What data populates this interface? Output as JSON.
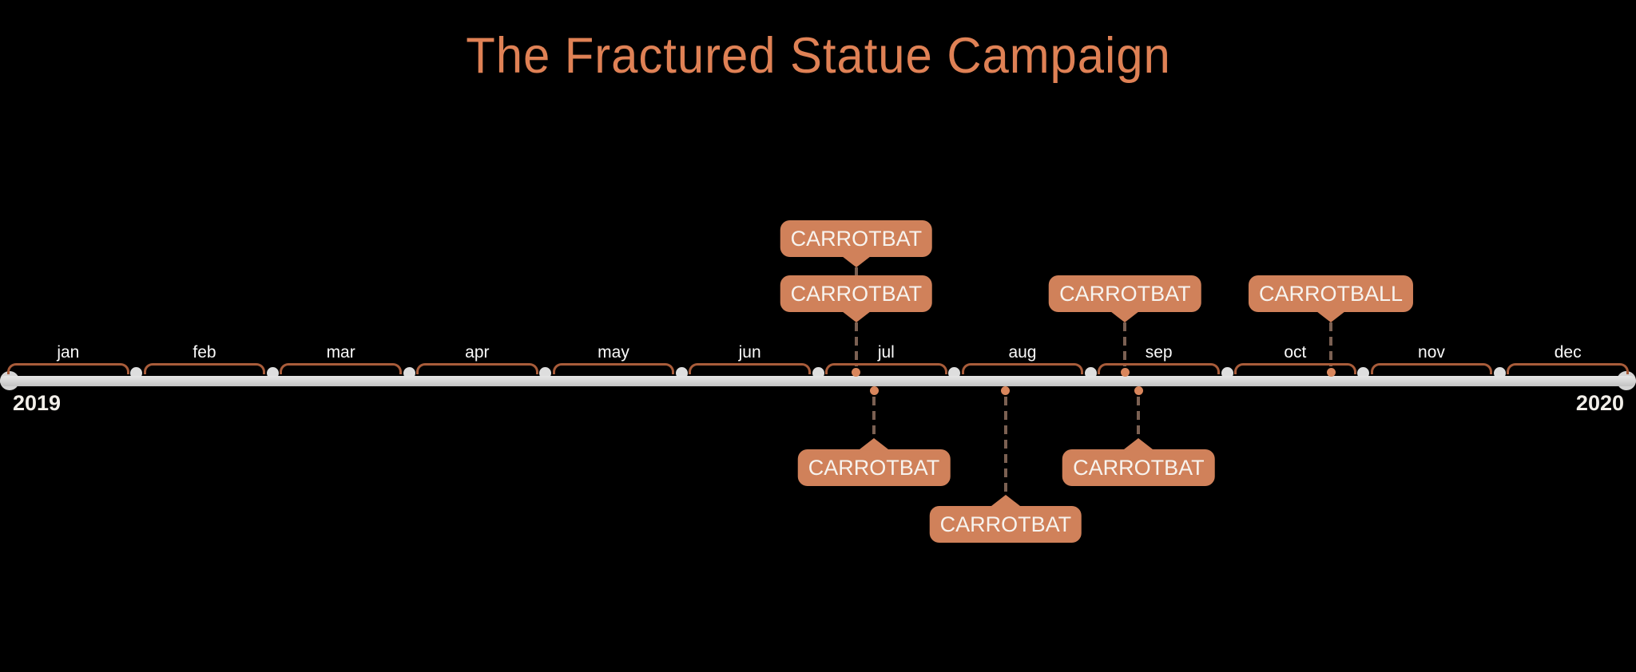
{
  "title": {
    "text": "The Fractured Statue Campaign"
  },
  "timeline": {
    "start_year_label": "2019",
    "end_year_label": "2020",
    "months": [
      "jan",
      "feb",
      "mar",
      "apr",
      "may",
      "jun",
      "jul",
      "aug",
      "sep",
      "oct",
      "nov",
      "dec"
    ],
    "events_above": [
      {
        "label": "CARROTBAT",
        "x_pct": 52.34,
        "level": 2
      },
      {
        "label": "CARROTBAT",
        "x_pct": 52.34,
        "level": 1
      },
      {
        "label": "CARROTBAT",
        "x_pct": 68.77,
        "level": 1
      },
      {
        "label": "CARROTBALL",
        "x_pct": 81.35,
        "level": 1
      }
    ],
    "events_below": [
      {
        "label": "CARROTBAT",
        "x_pct": 53.42,
        "level": 1
      },
      {
        "label": "CARROTBAT",
        "x_pct": 61.47,
        "level": 2
      },
      {
        "label": "CARROTBAT",
        "x_pct": 69.6,
        "level": 1
      }
    ]
  },
  "colors": {
    "background": "#000000",
    "title": "#DF8155",
    "bubble": "#D0815A",
    "bubble_text": "#F7F3EE",
    "bracket": "#A85C3A",
    "dot": "#D9865C",
    "dash": "#7B6052",
    "bar": "#D4D4D4",
    "month_label": "#FAFAFA",
    "year_label": "#F2EFE9"
  }
}
